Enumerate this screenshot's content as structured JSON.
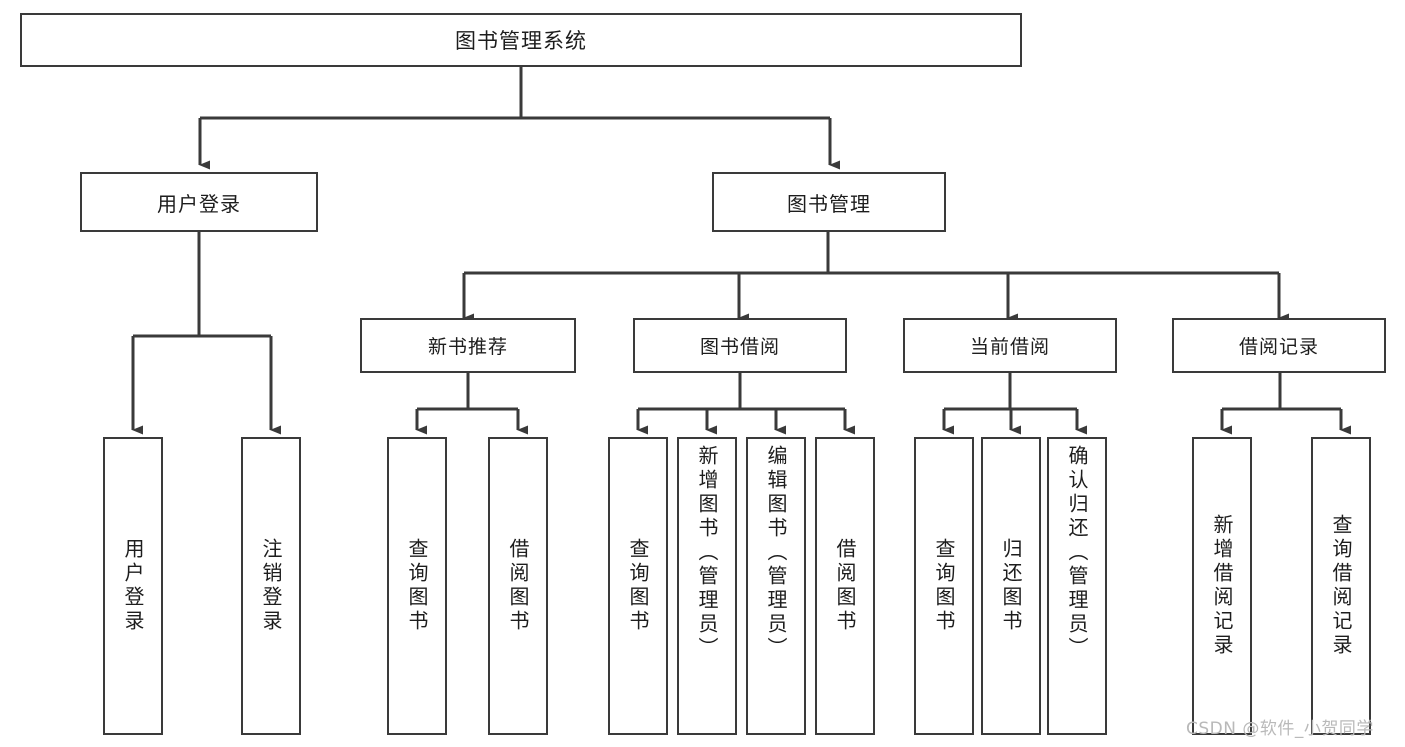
{
  "diagram": {
    "title": "图书管理系统",
    "root": {
      "id": "root",
      "label": "图书管理系统"
    },
    "level1": [
      {
        "id": "user-login",
        "label": "用户登录"
      },
      {
        "id": "book-manage",
        "label": "图书管理"
      }
    ],
    "level2": [
      {
        "id": "new-book-recommend",
        "label": "新书推荐",
        "parent": "book-manage"
      },
      {
        "id": "book-borrow",
        "label": "图书借阅",
        "parent": "book-manage"
      },
      {
        "id": "current-borrow",
        "label": "当前借阅",
        "parent": "book-manage"
      },
      {
        "id": "borrow-record",
        "label": "借阅记录",
        "parent": "book-manage"
      }
    ],
    "leaves": [
      {
        "id": "leaf-user-login",
        "label": "用户登录",
        "parent": "user-login"
      },
      {
        "id": "leaf-logout",
        "label": "注销登录",
        "parent": "user-login"
      },
      {
        "id": "leaf-query-book-1",
        "label": "查询图书",
        "parent": "new-book-recommend"
      },
      {
        "id": "leaf-borrow-book-1",
        "label": "借阅图书",
        "parent": "new-book-recommend"
      },
      {
        "id": "leaf-query-book-2",
        "label": "查询图书",
        "parent": "book-borrow"
      },
      {
        "id": "leaf-add-book",
        "label": "新增图书（管理员）",
        "parent": "book-borrow"
      },
      {
        "id": "leaf-edit-book",
        "label": "编辑图书（管理员）",
        "parent": "book-borrow"
      },
      {
        "id": "leaf-borrow-book-2",
        "label": "借阅图书",
        "parent": "book-borrow"
      },
      {
        "id": "leaf-query-book-3",
        "label": "查询图书",
        "parent": "current-borrow"
      },
      {
        "id": "leaf-return-book",
        "label": "归还图书",
        "parent": "current-borrow"
      },
      {
        "id": "leaf-confirm-return",
        "label": "确认归还（管理员）",
        "parent": "current-borrow"
      },
      {
        "id": "leaf-add-record",
        "label": "新增借阅记录",
        "parent": "borrow-record"
      },
      {
        "id": "leaf-query-record",
        "label": "查询借阅记录",
        "parent": "borrow-record"
      }
    ],
    "watermark": "CSDN @软件_小贺同学",
    "colors": {
      "stroke": "#3a3a3a",
      "background": "#ffffff",
      "text": "#1d1d1d",
      "watermark": "#b9b9b9"
    }
  }
}
